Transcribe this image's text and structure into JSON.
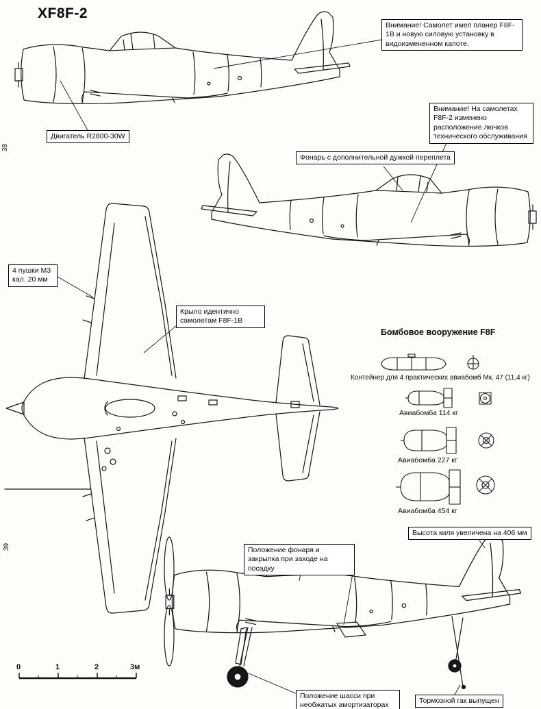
{
  "page": {
    "title": "XF8F-2",
    "left_margin_numbers": [
      "38",
      "39"
    ]
  },
  "callouts": {
    "airframe_note": "Внимание! Самолет имел планер F8F-1B и новую силовую установку в видоизмененном капоте.",
    "engine_label": "Двигатель R2800-30W",
    "hatches_note": "Внимание! На самолетах F8F-2 изменено расположение лючков технического обслуживания",
    "canopy_label": "Фонарь с дополнительной дужкой переплета",
    "guns_label": "4 пушки М3 кал. 20 мм",
    "wing_label": "Крыло идентично самолетам F8F-1B",
    "fin_label": "Высота киля увеличена на 406 мм",
    "landing_flaps_label": "Положение фонаря и закрылка при заходе на посадку",
    "gear_label": "Положение шасси при необжатых амортизаторах",
    "hook_label": "Тормозной гак выпущен"
  },
  "armament": {
    "heading": "Бомбовое вооружение F8F",
    "captions": {
      "container": "Контейнер для 4 практических авиабомб Мк. 47 (11,4 кг)",
      "bomb114": "Авиабомба 114 кг",
      "bomb227": "Авиабомба 227 кг",
      "bomb454": "Авиабомба 454 кг"
    }
  },
  "scale_bar": {
    "labels": [
      "0",
      "1",
      "2",
      "3м"
    ]
  },
  "colors": {
    "ink": "#161616",
    "paper": "#fdfdfa"
  }
}
